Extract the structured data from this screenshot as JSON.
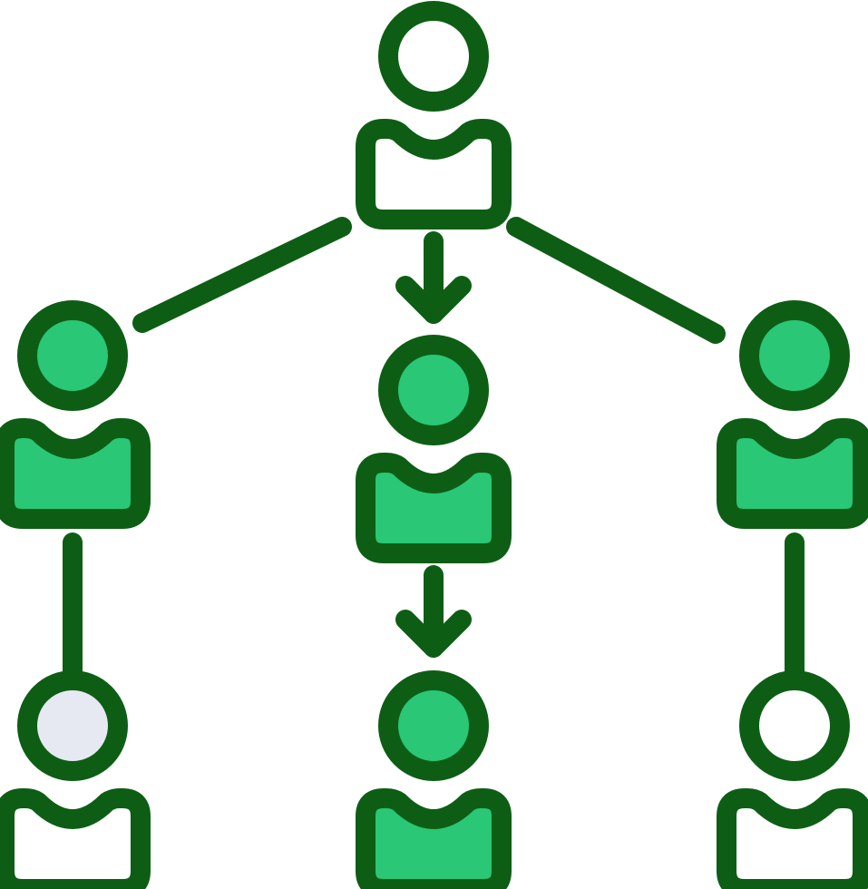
{
  "colors": {
    "stroke": "#0d5e14",
    "fill_green": "#29c776",
    "fill_white": "#ffffff",
    "fill_gray": "#e6e9f2",
    "background": "#ffffff"
  },
  "diagram": {
    "type": "hierarchy-icon",
    "nodes": [
      {
        "id": "top",
        "fill": "white",
        "icon": "person-icon"
      },
      {
        "id": "mid-left",
        "fill": "green",
        "icon": "person-icon"
      },
      {
        "id": "mid-center",
        "fill": "green",
        "icon": "person-icon"
      },
      {
        "id": "mid-right",
        "fill": "green",
        "icon": "person-icon"
      },
      {
        "id": "bottom-left",
        "fill": "gray-head",
        "icon": "person-icon"
      },
      {
        "id": "bottom-center",
        "fill": "green",
        "icon": "person-icon"
      },
      {
        "id": "bottom-right",
        "fill": "white",
        "icon": "person-icon"
      }
    ],
    "connectors": [
      {
        "from": "top",
        "to": "mid-left",
        "kind": "line"
      },
      {
        "from": "top",
        "to": "mid-center",
        "kind": "arrow"
      },
      {
        "from": "top",
        "to": "mid-right",
        "kind": "line"
      },
      {
        "from": "mid-left",
        "to": "bottom-left",
        "kind": "line"
      },
      {
        "from": "mid-center",
        "to": "bottom-center",
        "kind": "arrow"
      },
      {
        "from": "mid-right",
        "to": "bottom-right",
        "kind": "line"
      }
    ]
  }
}
